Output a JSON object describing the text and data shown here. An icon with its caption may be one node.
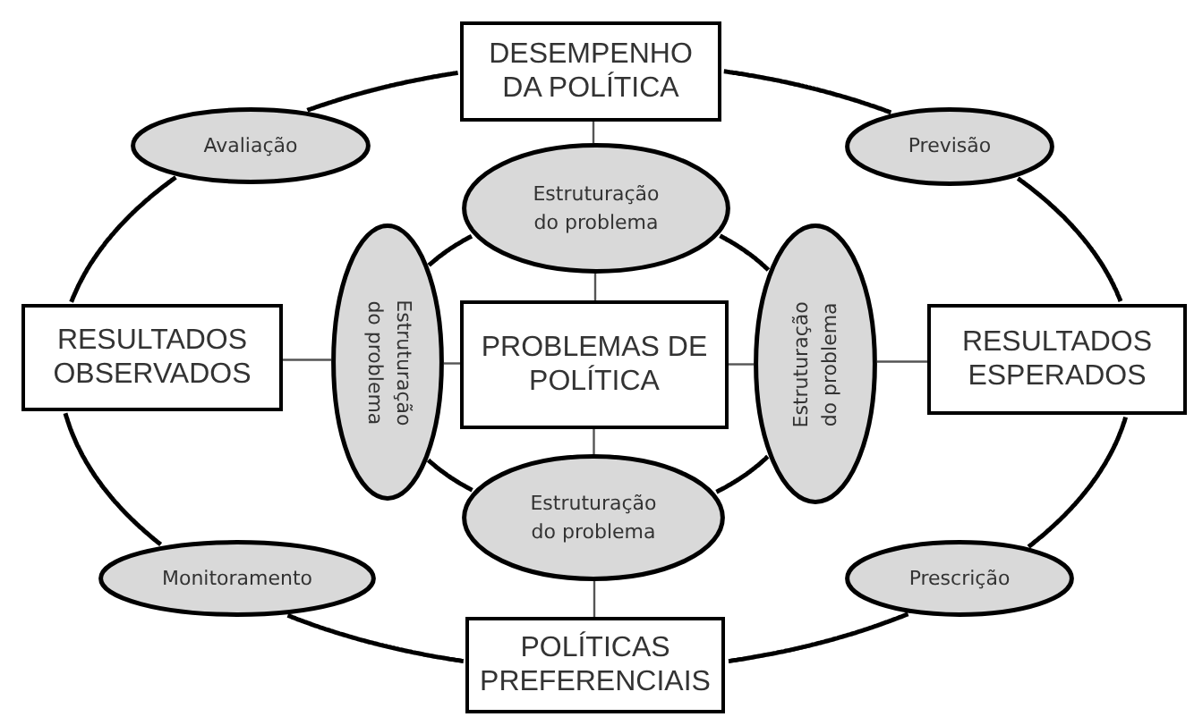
{
  "diagram": {
    "nodes": [
      {
        "text": [
          "DESEMPENHO DA POLÍTICA"
        ]
      },
      {
        "text": [
          "Avaliação"
        ]
      },
      {
        "text": [
          "Previsão"
        ]
      },
      {
        "text": [
          "Estruturação do problema"
        ]
      },
      {
        "text": [
          "RESULTADOS OBSERVADOS"
        ]
      },
      {
        "text": [
          "Estruturação do problema"
        ]
      },
      {
        "text": [
          "PROBLEMAS DE POLÍTICA"
        ]
      },
      {
        "text": [
          "Estruturação do problema"
        ]
      },
      {
        "text": [
          "RESULTADOS ESPERADOS"
        ]
      },
      {
        "text": [
          "Monitoramento"
        ]
      },
      {
        "text": [
          "Prescrição"
        ]
      },
      {
        "text": [
          "Estruturação do problema"
        ]
      },
      {
        "text": [
          "POLÍTICAS PREFERENCIAIS"
        ]
      }
    ],
    "edges": [
      {
        "from": 0,
        "to": 1,
        "arrow": "none"
      },
      {
        "from": 1,
        "to": 4,
        "arrow": "none"
      },
      {
        "from": 4,
        "to": 9,
        "arrow": "none"
      },
      {
        "from": 9,
        "to": 12,
        "arrow": "none"
      },
      {
        "from": 12,
        "to": 10,
        "arrow": "none"
      },
      {
        "from": 10,
        "to": 8,
        "arrow": "none"
      },
      {
        "from": 8,
        "to": 2,
        "arrow": "none"
      },
      {
        "from": 2,
        "to": 0,
        "arrow": "none"
      },
      {
        "from": 3,
        "to": 5,
        "arrow": "none"
      },
      {
        "from": 5,
        "to": 11,
        "arrow": "none"
      },
      {
        "from": 11,
        "to": 7,
        "arrow": "none"
      },
      {
        "from": 7,
        "to": 3,
        "arrow": "none"
      },
      {
        "from": 0,
        "to": 3,
        "arrow": "none"
      },
      {
        "from": 3,
        "to": 6,
        "arrow": "none"
      },
      {
        "from": 6,
        "to": 11,
        "arrow": "none"
      },
      {
        "from": 11,
        "to": 12,
        "arrow": "none"
      },
      {
        "from": 4,
        "to": 5,
        "arrow": "none"
      },
      {
        "from": 5,
        "to": 6,
        "arrow": "none"
      },
      {
        "from": 6,
        "to": 7,
        "arrow": "none"
      },
      {
        "from": 7,
        "to": 8,
        "arrow": "none"
      }
    ]
  }
}
